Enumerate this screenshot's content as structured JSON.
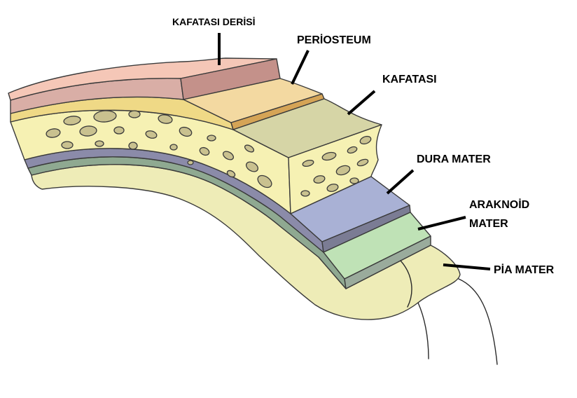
{
  "labels": {
    "scalp": "KAFATASI DERİSİ",
    "periosteum": "PERİOSTEUM",
    "skull": "KAFATASI",
    "dura_mater": "DURA MATER",
    "arachnoid_mater_line1": "ARAKNOİD",
    "arachnoid_mater_line2": "MATER",
    "pia_mater": "PİA MATER"
  },
  "colors": {
    "scalp_top": "#f5c7b7",
    "scalp_side": "#d9aea6",
    "scalp_cut": "#c4918a",
    "periosteum_side": "#efd986",
    "periosteum_top": "#f3d9a1",
    "periosteum_cut": "#d5a456",
    "skull_side": "#f6f1b3",
    "skull_top": "#d6d5a6",
    "skull_cut": "#f6f1b3",
    "bone_space": "#c9c18f",
    "dura_side": "#8b8ba9",
    "dura_top": "#a9b1d5",
    "dura_cut": "#7b7c94",
    "arachnoid_side": "#8fa991",
    "arachnoid_top": "#bfe2b6",
    "arachnoid_cut": "#9aab9c",
    "pia_brain": "#eeecb7",
    "label_line": "#000000"
  }
}
